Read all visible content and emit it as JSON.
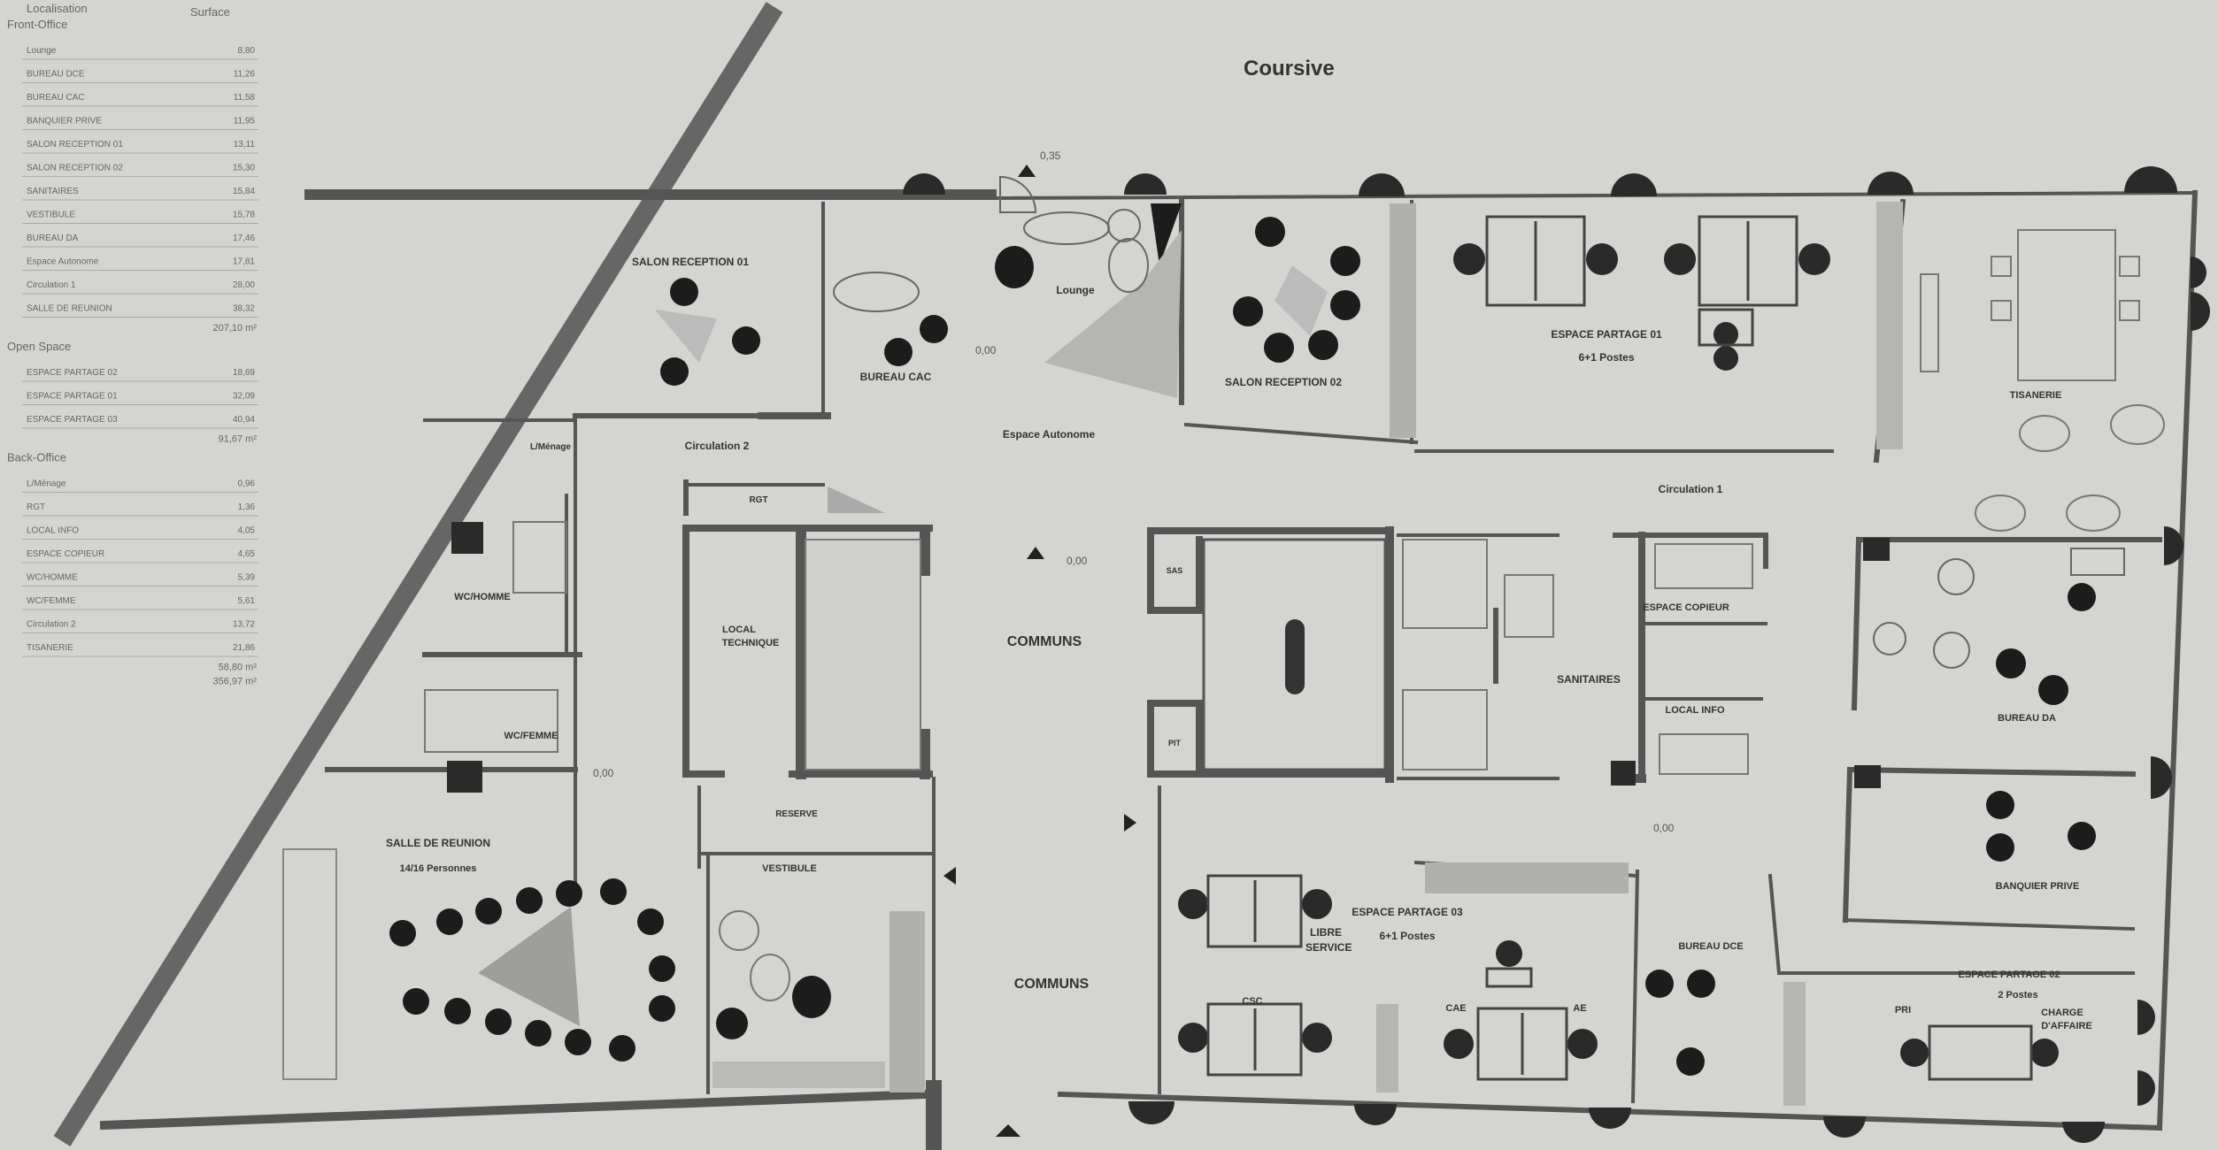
{
  "corridor_label": "Coursive",
  "table": {
    "header_location": "Localisation",
    "header_surface": "Surface",
    "sections": [
      {
        "name": "Front-Office",
        "rows": [
          {
            "label": "Lounge",
            "value": "8,80"
          },
          {
            "label": "BUREAU DCE",
            "value": "11,26"
          },
          {
            "label": "BUREAU CAC",
            "value": "11,58"
          },
          {
            "label": "BANQUIER PRIVE",
            "value": "11,95"
          },
          {
            "label": "SALON RECEPTION 01",
            "value": "13,11"
          },
          {
            "label": "SALON RECEPTION 02",
            "value": "15,30"
          },
          {
            "label": "SANITAIRES",
            "value": "15,84"
          },
          {
            "label": "VESTIBULE",
            "value": "15,78"
          },
          {
            "label": "BUREAU DA",
            "value": "17,46"
          },
          {
            "label": "Espace Autonome",
            "value": "17,81"
          },
          {
            "label": "Circulation 1",
            "value": "28,00"
          },
          {
            "label": "SALLE DE REUNION",
            "value": "38,32"
          }
        ],
        "total": "207,10 m²"
      },
      {
        "name": "Open Space",
        "rows": [
          {
            "label": "ESPACE PARTAGE 02",
            "value": "18,69"
          },
          {
            "label": "ESPACE PARTAGE 01",
            "value": "32,09"
          },
          {
            "label": "ESPACE PARTAGE 03",
            "value": "40,94"
          }
        ],
        "total": "91,67 m²"
      },
      {
        "name": "Back-Office",
        "rows": [
          {
            "label": "L/Ménage",
            "value": "0,96"
          },
          {
            "label": "RGT",
            "value": "1,36"
          },
          {
            "label": "LOCAL INFO",
            "value": "4,05"
          },
          {
            "label": "ESPACE COPIEUR",
            "value": "4,65"
          },
          {
            "label": "WC/HOMME",
            "value": "5,39"
          },
          {
            "label": "WC/FEMME",
            "value": "5,61"
          },
          {
            "label": "Circulation 2",
            "value": "13,72"
          },
          {
            "label": "TISANERIE",
            "value": "21,86"
          }
        ],
        "total": "58,80 m²"
      }
    ],
    "grand_total": "356,97 m²"
  },
  "rooms": {
    "salon_reception_01": "SALON RECEPTION 01",
    "lounge": "Lounge",
    "bureau_cac": "BUREAU CAC",
    "salon_reception_02": "SALON RECEPTION 02",
    "espace_partage_01": "ESPACE PARTAGE 01",
    "espace_partage_01_sub": "6+1 Postes",
    "tisanerie": "TISANERIE",
    "espace_autonome": "Espace Autonome",
    "circulation_2": "Circulation 2",
    "circulation_1": "Circulation 1",
    "l_menage": "L/Ménage",
    "rgt": "RGT",
    "local_technique_1": "LOCAL",
    "local_technique_2": "TECHNIQUE",
    "wc_homme": "WC/HOMME",
    "wc_femme": "WC/FEMME",
    "communs_top": "COMMUNS",
    "communs_bottom": "COMMUNS",
    "sanitaires": "SANITAIRES",
    "espace_copieur": "ESPACE COPIEUR",
    "local_info": "LOCAL INFO",
    "bureau_da": "BUREAU DA",
    "reserve": "RESERVE",
    "salle_de_reunion": "SALLE DE REUNION",
    "salle_de_reunion_sub": "14/16 Personnes",
    "vestibule": "VESTIBULE",
    "espace_partage_03": "ESPACE PARTAGE 03",
    "espace_partage_03_sub": "6+1 Postes",
    "libre_service_1": "LIBRE",
    "libre_service_2": "SERVICE",
    "csc": "CSC",
    "cae": "CAE",
    "ae": "AE",
    "bureau_dce": "BUREAU DCE",
    "banquier_prive": "BANQUIER PRIVE",
    "espace_partage_02": "ESPACE PARTAGE 02",
    "espace_partage_02_sub": "2 Postes",
    "pri": "PRI",
    "charge_affaire_1": "CHARGE",
    "charge_affaire_2": "D'AFFAIRE",
    "sas": "SAS",
    "pit": "PIT"
  },
  "level_marks": {
    "top_door": "0,35",
    "lounge": "0,00",
    "communs": "0,00",
    "wc": "0,00",
    "right": "0,00"
  },
  "colors": {
    "paper": "#d4d4d0",
    "wall": "#555555",
    "furniture": "#222222",
    "diagonal": "#666666"
  }
}
